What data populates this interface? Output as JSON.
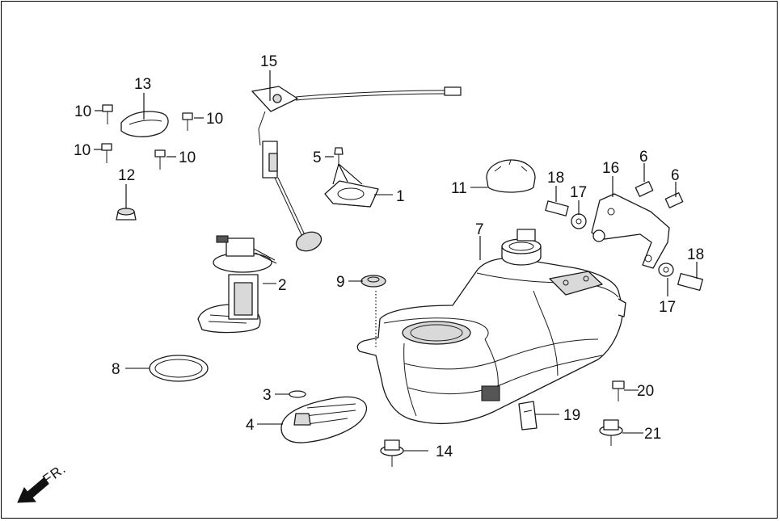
{
  "callouts": {
    "c1": "1",
    "c2": "2",
    "c3": "3",
    "c4": "4",
    "c5": "5",
    "c6a": "6",
    "c6b": "6",
    "c7": "7",
    "c8": "8",
    "c9": "9",
    "c10a": "10",
    "c10b": "10",
    "c10c": "10",
    "c10d": "10",
    "c11": "11",
    "c12": "12",
    "c13": "13",
    "c14": "14",
    "c15": "15",
    "c16": "16",
    "c17a": "17",
    "c17b": "17",
    "c18a": "18",
    "c18b": "18",
    "c19": "19",
    "c20": "20",
    "c21": "21"
  },
  "orientation": {
    "label": "FR."
  },
  "colors": {
    "line": "#1a1a1a",
    "background": "#ffffff",
    "shade": "#d9d9d9"
  }
}
